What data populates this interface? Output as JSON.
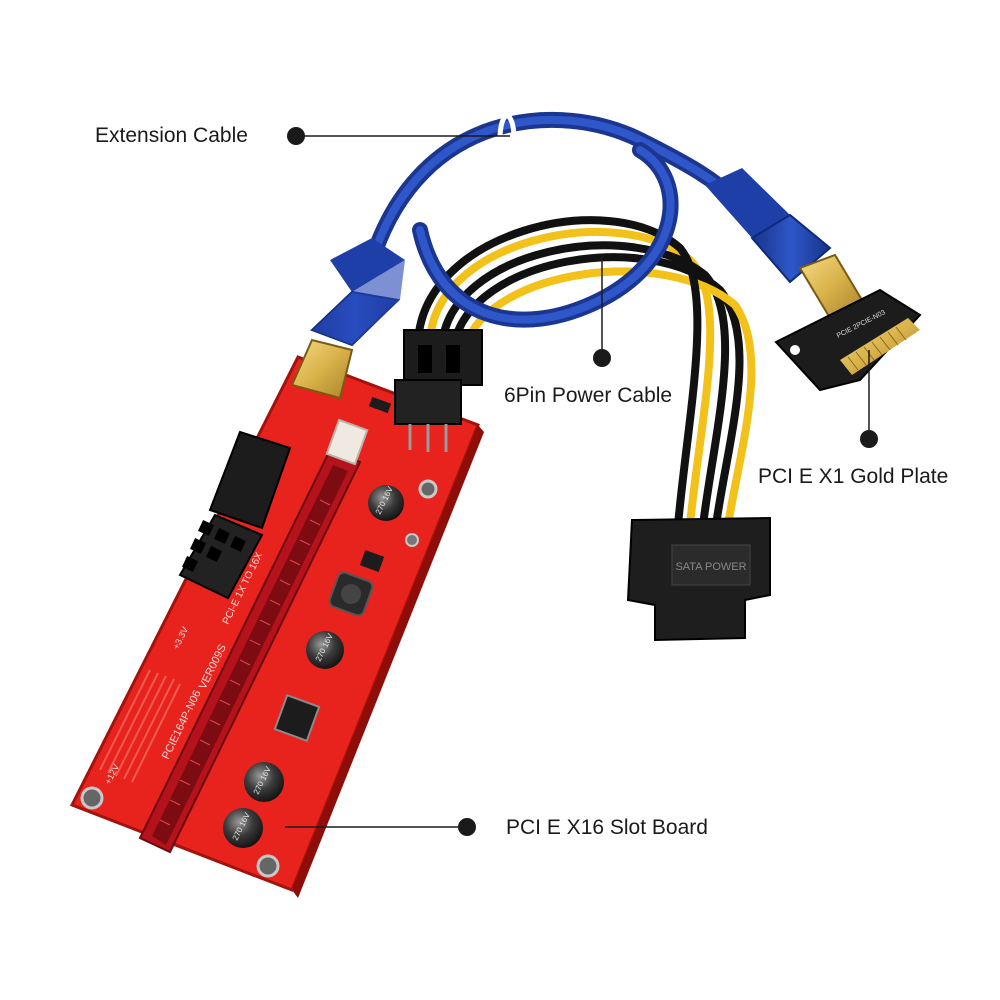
{
  "callouts": {
    "extension_cable": "Extension Cable",
    "power_cable": "6Pin Power Cable",
    "gold_plate": "PCI E X1 Gold Plate",
    "slot_board": "PCI E X16 Slot Board"
  },
  "board_print": {
    "model": "VER009S",
    "model_alt": "PCIE164P-N06",
    "pcie_label": "PCI-E 1X TO 16X",
    "cap_rating": "270 16V",
    "voltage_12v": "+12V",
    "voltage_33v": "+3.3V",
    "sata_text": "SATA POWER",
    "adapter_model": "PCIE 2PCIE-N03"
  },
  "colors": {
    "background": "#ffffff",
    "pcb_red": "#e8231d",
    "slot_red": "#b5121b",
    "cable_blue": "#1f3fa8",
    "gold": "#d9b24a",
    "adapter_black": "#1c1c1c",
    "wire_yellow": "#f2c21a",
    "wire_black": "#111111",
    "callout_dot": "#1a1a1a"
  }
}
